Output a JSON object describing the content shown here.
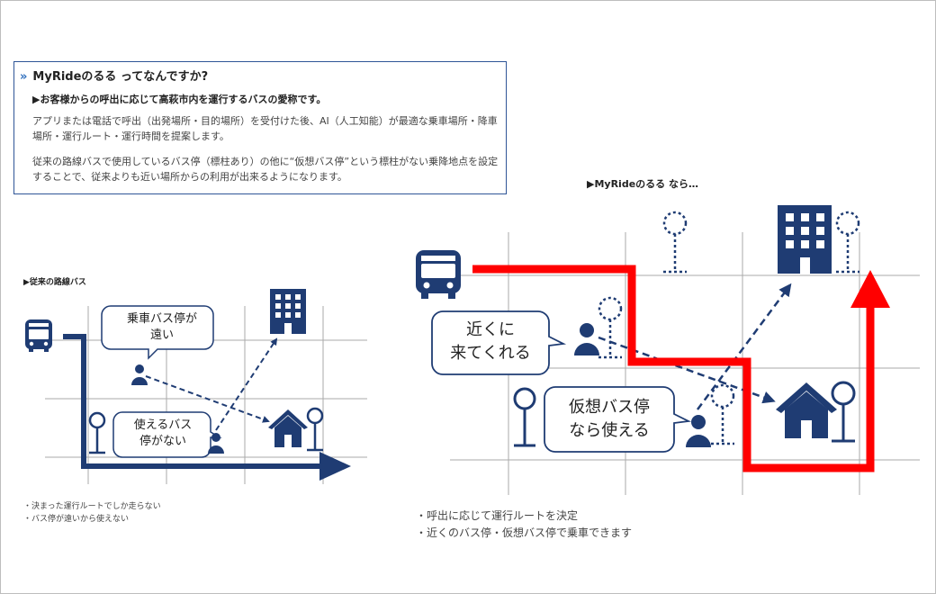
{
  "info": {
    "title_mark": "»",
    "title": "MyRideのるる ってなんですか?",
    "subtitle": "▶お客様からの呼出に応じて高萩市内を運行するバスの愛称です。",
    "para1": "アプリまたは電話で呼出（出発場所・目的場所）を受付けた後、AI（人工知能）が最適な乗車場所・降車場所・運行ルート・運行時間を提案します。",
    "para2": "従来の路線バスで使用しているバス停（標柱あり）の他に“仮想バス停”という標柱がない乗降地点を設定することで、従来よりも近い場所からの利用が出来るようになります。"
  },
  "left_panel": {
    "heading": "▶従来の路線バス",
    "bubble_top": [
      "乗車バス停が",
      "遠い"
    ],
    "bubble_bottom": [
      "使えるバス",
      "停がない"
    ],
    "bullets": [
      "・決まった運行ルートでしか走らない",
      "・バス停が遠いから使えない"
    ],
    "icons": [
      "bus-icon",
      "building-icon",
      "house-icon",
      "bus-stop-icon",
      "person-icon"
    ]
  },
  "right_panel": {
    "heading": "▶MyRideのるる なら…",
    "bubble_top": [
      "近くに",
      "来てくれる"
    ],
    "bubble_bottom": [
      "仮想バス停",
      "なら使える"
    ],
    "bullets": [
      "・呼出に応じて運行ルートを決定",
      "・近くのバス停・仮想バス停で乗車できます"
    ],
    "icons": [
      "bus-icon",
      "building-icon",
      "house-icon",
      "bus-stop-icon",
      "virtual-bus-stop-icon",
      "person-icon"
    ]
  },
  "colors": {
    "navy": "#1f3c73",
    "route_red": "#ff0000",
    "grid": "#aaaaaa",
    "box_border": "#2f5597"
  }
}
